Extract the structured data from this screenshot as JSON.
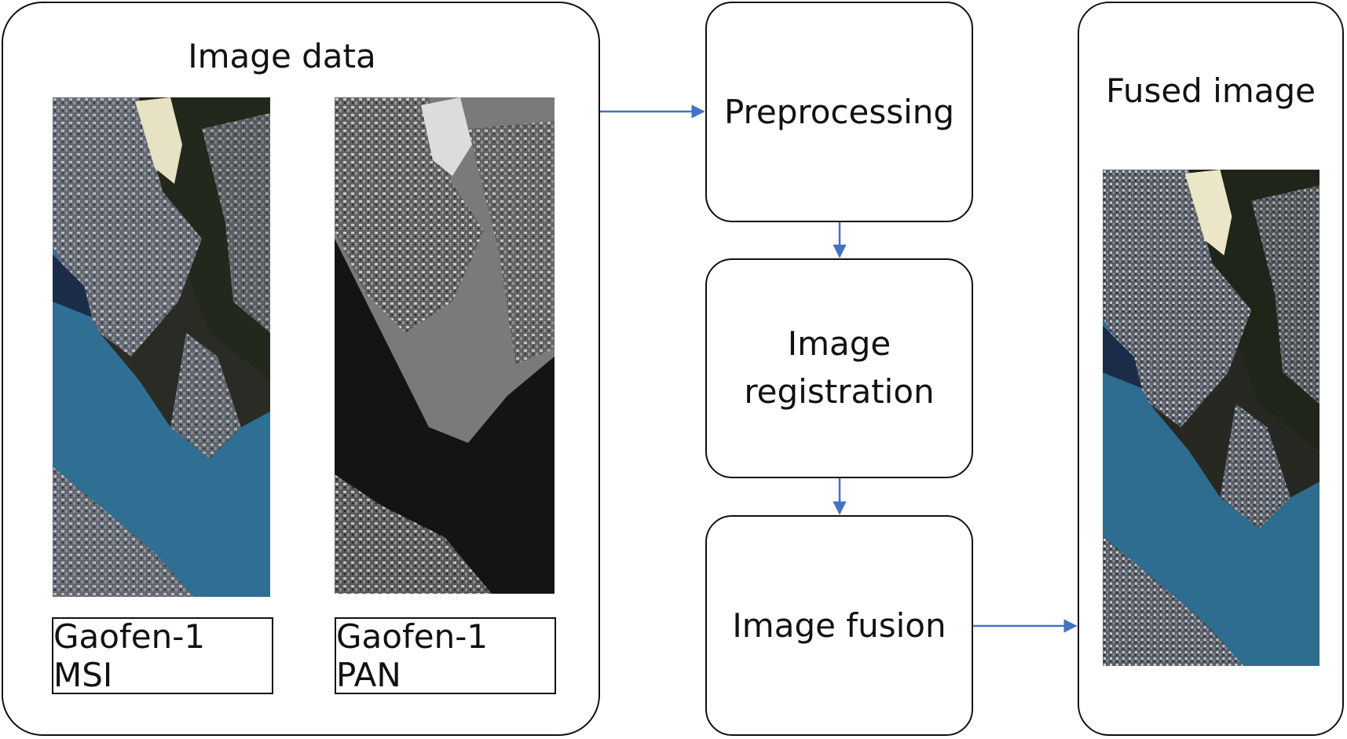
{
  "left_panel": {
    "title": "Image data",
    "msi_label": "Gaofen-1 MSI",
    "pan_label": "Gaofen-1 PAN"
  },
  "steps": {
    "preprocessing": "Preprocessing",
    "registration_line1": "Image",
    "registration_line2": "registration",
    "fusion": "Image fusion"
  },
  "right_panel": {
    "title": "Fused image"
  },
  "colors": {
    "arrow": "#4472c4",
    "border": "#111111"
  }
}
